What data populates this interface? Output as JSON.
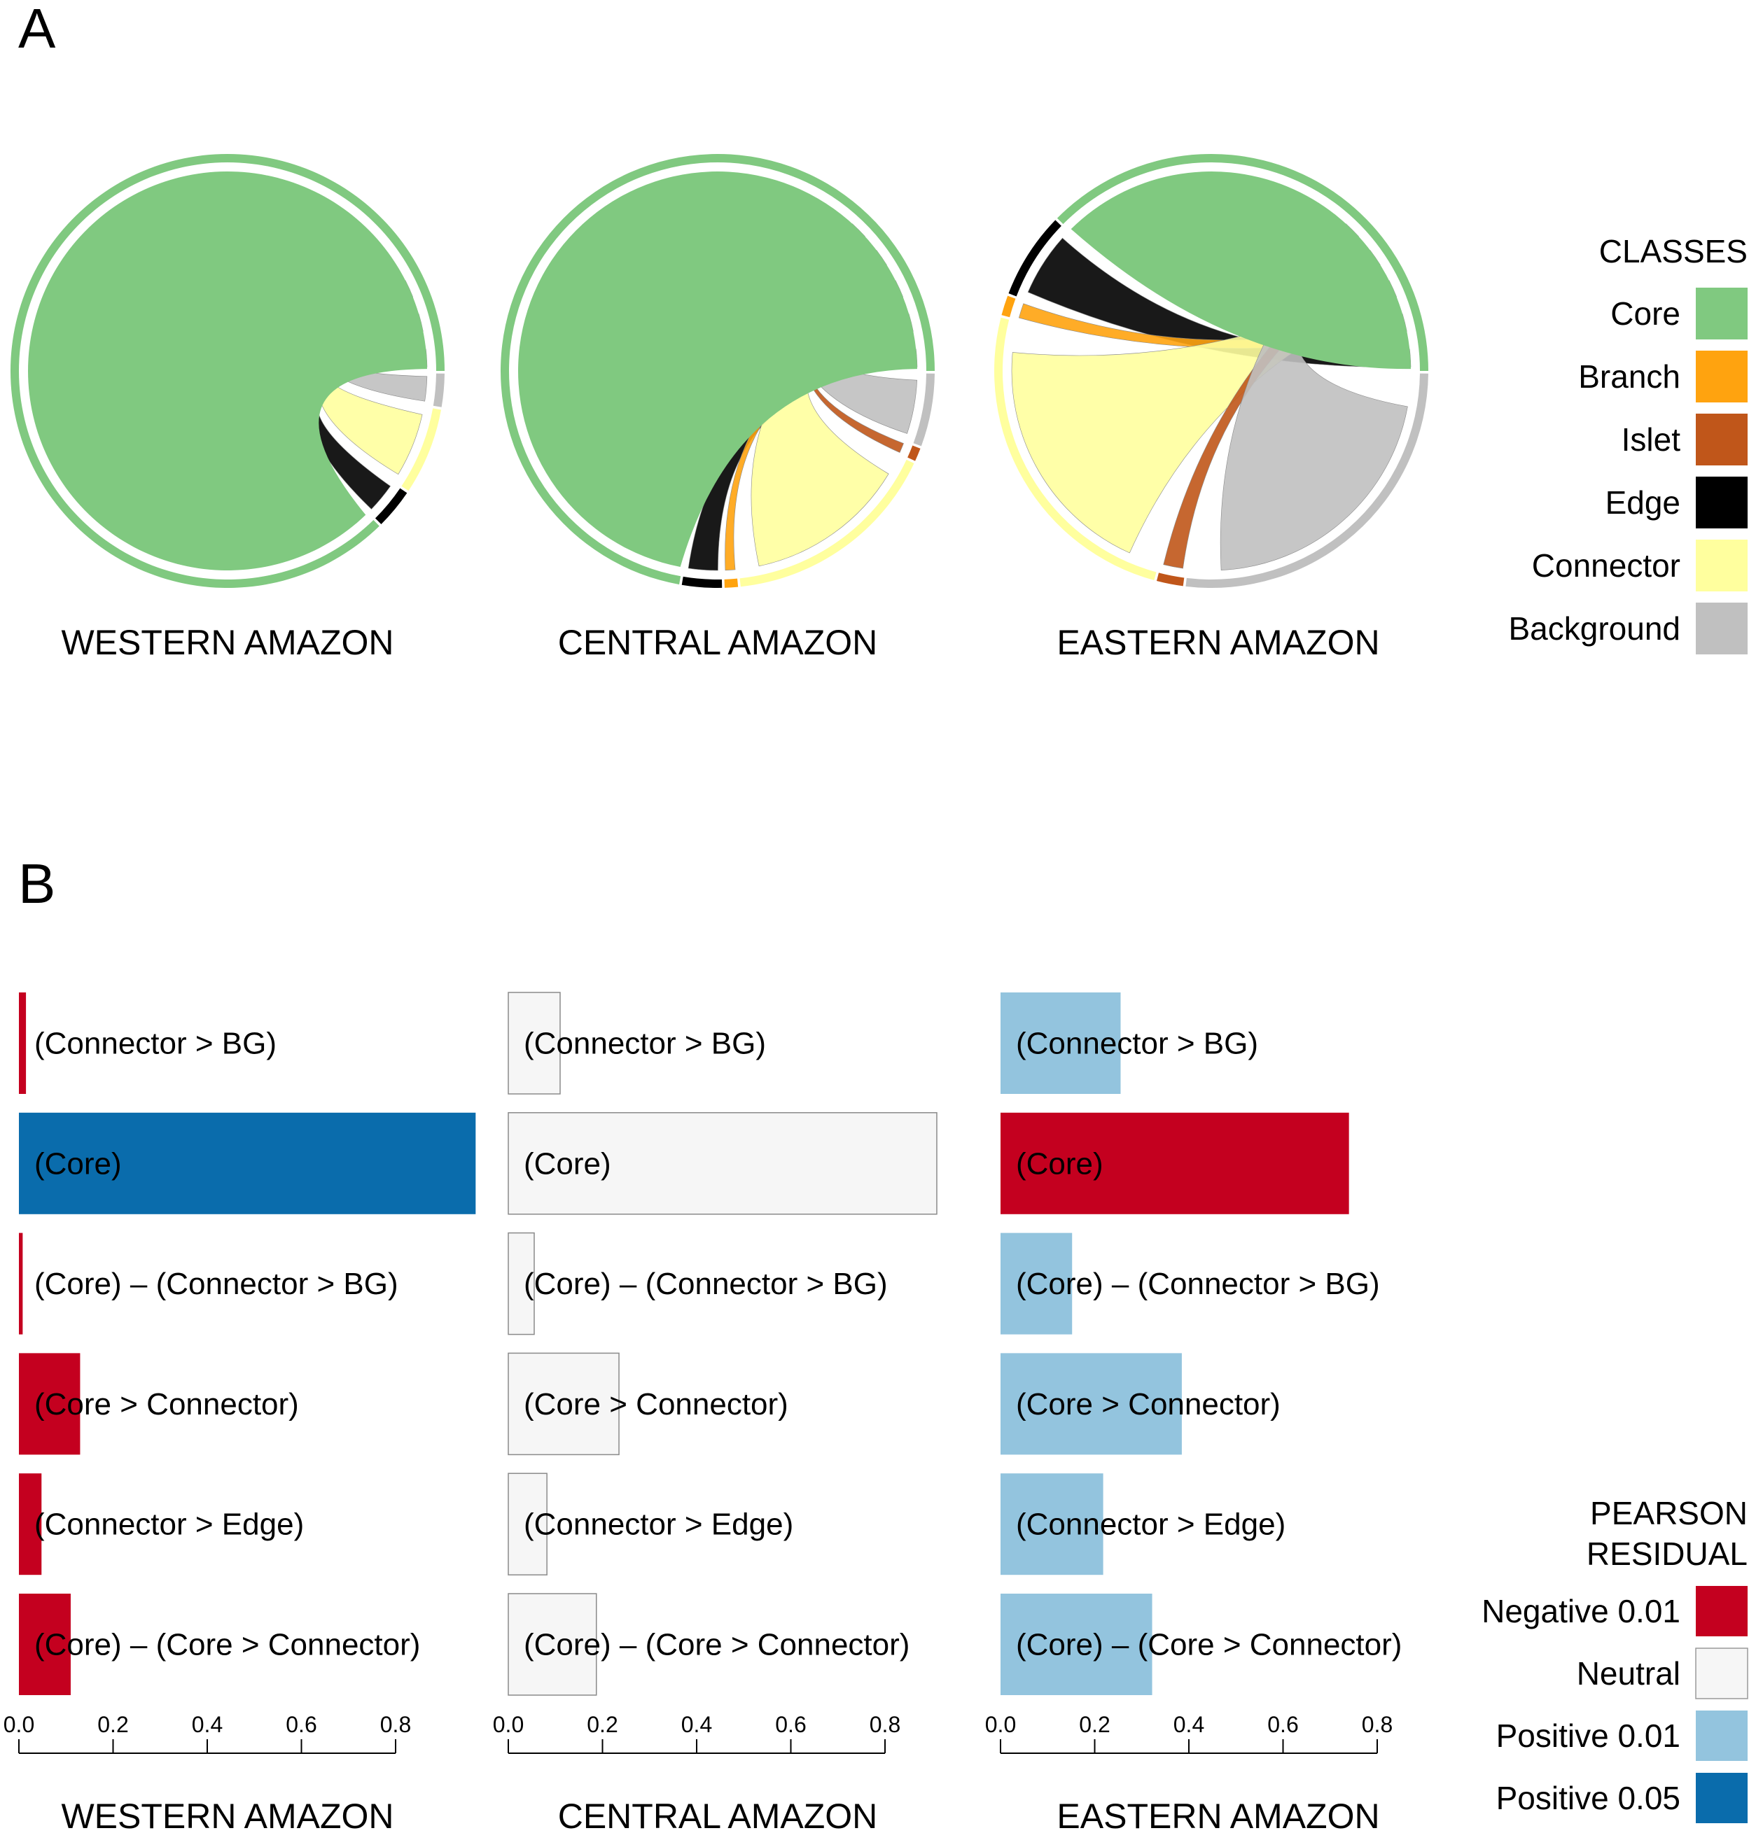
{
  "panel_a": {
    "label": "A",
    "regions": [
      "WESTERN AMAZON",
      "CENTRAL AMAZON",
      "EASTERN AMAZON"
    ],
    "legend": {
      "title": "CLASSES",
      "items": [
        {
          "label": "Core",
          "color": "#80c980"
        },
        {
          "label": "Branch",
          "color": "#ffa30f"
        },
        {
          "label": "Islet",
          "color": "#c0561a"
        },
        {
          "label": "Edge",
          "color": "#000000"
        },
        {
          "label": "Connector",
          "color": "#ffff9e"
        },
        {
          "label": "Background",
          "color": "#c0c0c0"
        }
      ]
    }
  },
  "panel_b": {
    "label": "B",
    "legend": {
      "title_line1": "PEARSON",
      "title_line2": "RESIDUAL",
      "items": [
        {
          "label": "Negative 0.01",
          "color": "#c4001f"
        },
        {
          "label": "Neutral",
          "color": "#f6f6f6"
        },
        {
          "label": "Positive 0.01",
          "color": "#93c4de"
        },
        {
          "label": "Positive 0.05",
          "color": "#0a6cac"
        }
      ]
    }
  },
  "chart_data": [
    {
      "type": "chord",
      "region": "WESTERN AMAZON",
      "classes": [
        "Core",
        "Edge",
        "Connector",
        "Background"
      ],
      "shares": [
        0.88,
        0.03,
        0.065,
        0.025
      ]
    },
    {
      "type": "chord",
      "region": "CENTRAL AMAZON",
      "classes": [
        "Core",
        "Edge",
        "Branch",
        "Connector",
        "Islet",
        "Background"
      ],
      "shares": [
        0.73,
        0.03,
        0.01,
        0.165,
        0.01,
        0.055
      ]
    },
    {
      "type": "chord",
      "region": "EASTERN AMAZON",
      "classes": [
        "Core",
        "Edge",
        "Branch",
        "Connector",
        "Islet",
        "Background"
      ],
      "shares": [
        0.38,
        0.065,
        0.015,
        0.25,
        0.02,
        0.27
      ]
    },
    {
      "type": "bar",
      "orientation": "horizontal",
      "xlabel": "WESTERN AMAZON",
      "xlim": [
        0,
        0.8
      ],
      "xticks": [
        "0.0",
        "0.2",
        "0.4",
        "0.6",
        "0.8"
      ],
      "categories": [
        "(Connector > BG)",
        "(Core)",
        "(Core) – (Connector > BG)",
        "(Core > Connector)",
        "(Connector > Edge)",
        "(Core) – (Core > Connector)"
      ],
      "values": [
        0.015,
        0.97,
        0.008,
        0.13,
        0.048,
        0.11
      ],
      "residual": [
        "Negative 0.01",
        "Positive 0.05",
        "Negative 0.01",
        "Negative 0.01",
        "Negative 0.01",
        "Negative 0.01"
      ]
    },
    {
      "type": "bar",
      "orientation": "horizontal",
      "xlabel": "CENTRAL AMAZON",
      "xlim": [
        0,
        0.8
      ],
      "xticks": [
        "0.0",
        "0.2",
        "0.4",
        "0.6",
        "0.8"
      ],
      "categories": [
        "(Connector > BG)",
        "(Core)",
        "(Core) – (Connector > BG)",
        "(Core > Connector)",
        "(Connector > Edge)",
        "(Core) – (Core > Connector)"
      ],
      "values": [
        0.11,
        0.91,
        0.055,
        0.235,
        0.082,
        0.187
      ],
      "residual": [
        "Neutral",
        "Neutral",
        "Neutral",
        "Neutral",
        "Neutral",
        "Neutral"
      ]
    },
    {
      "type": "bar",
      "orientation": "horizontal",
      "xlabel": "EASTERN AMAZON",
      "xlim": [
        0,
        0.8
      ],
      "xticks": [
        "0.0",
        "0.2",
        "0.4",
        "0.6",
        "0.8"
      ],
      "categories": [
        "(Connector > BG)",
        "(Core)",
        "(Core) – (Connector > BG)",
        "(Core > Connector)",
        "(Connector > Edge)",
        "(Core) – (Core > Connector)"
      ],
      "values": [
        0.255,
        0.74,
        0.152,
        0.385,
        0.218,
        0.322
      ],
      "residual": [
        "Positive 0.01",
        "Negative 0.01",
        "Positive 0.01",
        "Positive 0.01",
        "Positive 0.01",
        "Positive 0.01"
      ]
    }
  ]
}
